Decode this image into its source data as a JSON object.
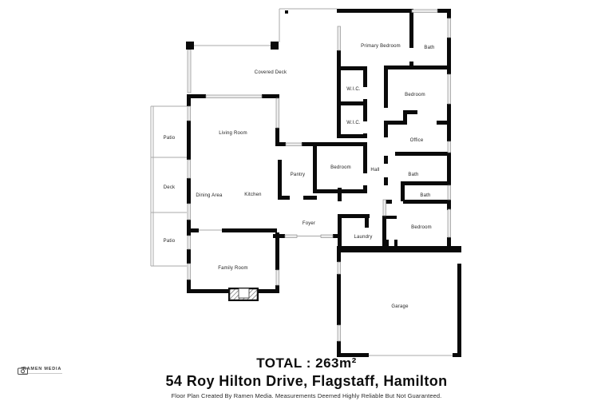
{
  "floorplan": {
    "rooms": [
      "Covered Deck",
      "Primary Bedroom",
      "Bath",
      "W.I.C.",
      "Bedroom",
      "W.I.C.",
      "Office",
      "Living Room",
      "Patio",
      "Pantry",
      "Bedroom",
      "Hall",
      "Bath",
      "Deck",
      "Dining Area",
      "Kitchen",
      "Bath",
      "Foyer",
      "Laundry",
      "Bedroom",
      "Patio",
      "Family Room",
      "Garage"
    ],
    "colors": {
      "wall": "#0a0a0a",
      "window_fill": "#ececec",
      "window_stroke": "#909090",
      "outline": "#a8a8a8"
    }
  },
  "footer": {
    "total": "TOTAL : 263m²",
    "address": "54 Roy Hilton Drive, Flagstaff, Hamilton",
    "disclaimer": "Floor Plan Created By Ramen Media. Measurements Deemed Highly Reliable But Not Guaranteed."
  },
  "logo": {
    "name": "RAMEN MEDIA",
    "icon": "camera-icon"
  }
}
